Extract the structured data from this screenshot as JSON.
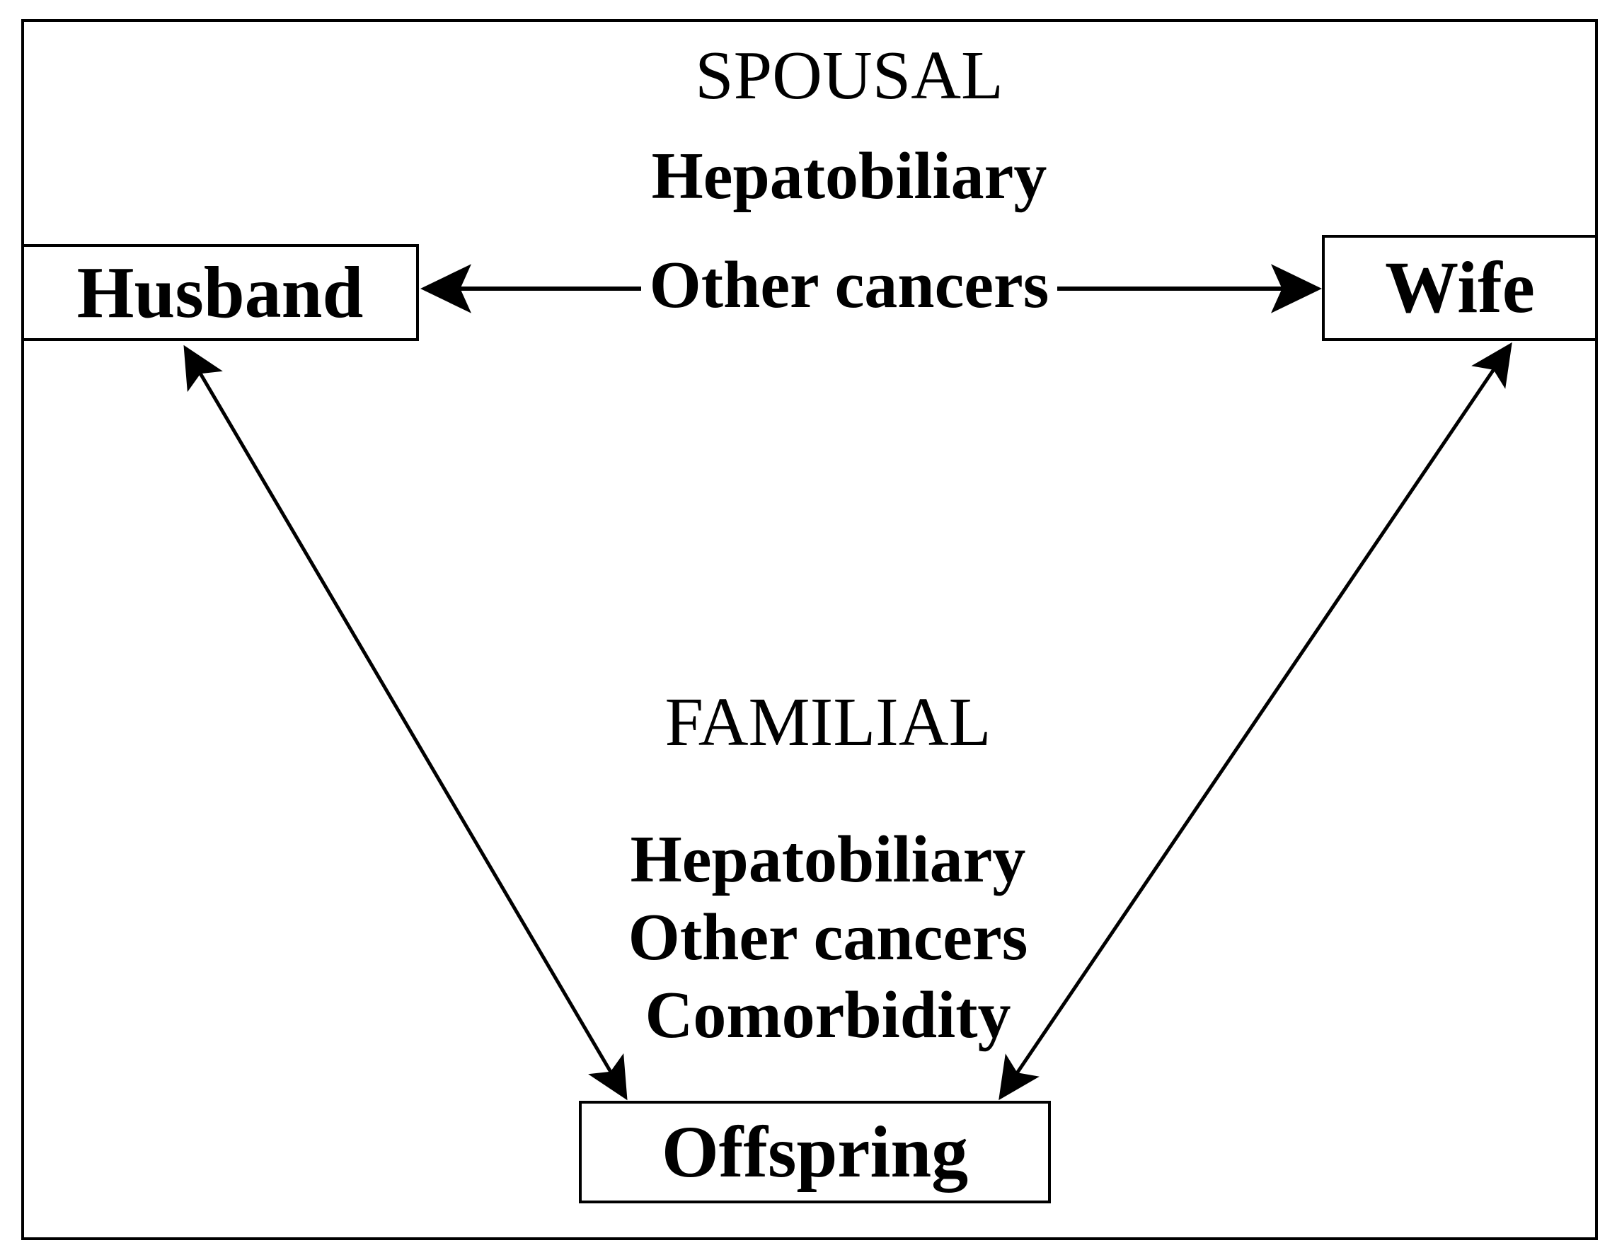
{
  "diagram": {
    "nodes": {
      "husband": "Husband",
      "wife": "Wife",
      "offspring": "Offspring"
    },
    "spousal": {
      "heading": "SPOUSAL",
      "items": [
        "Hepatobiliary",
        "Other cancers"
      ]
    },
    "familial": {
      "heading": "FAMILIAL",
      "items": [
        "Hepatobiliary",
        "Other cancers",
        "Comorbidity"
      ]
    },
    "edges": [
      {
        "name": "husband-wife",
        "from": "Husband",
        "to": "Wife",
        "label_group": "SPOUSAL",
        "direction": "bidirectional"
      },
      {
        "name": "husband-offspring",
        "from": "Husband",
        "to": "Offspring",
        "label_group": "FAMILIAL",
        "direction": "bidirectional"
      },
      {
        "name": "wife-offspring",
        "from": "Wife",
        "to": "Offspring",
        "label_group": "FAMILIAL",
        "direction": "bidirectional"
      }
    ],
    "colors": {
      "stroke": "#000000",
      "background": "#ffffff",
      "text": "#000000"
    }
  }
}
